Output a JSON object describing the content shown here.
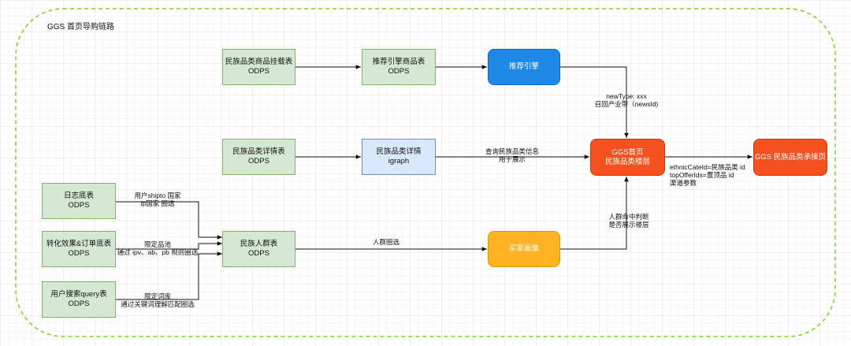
{
  "title": "GGS 首页导购链路",
  "nodes": {
    "mount_table": [
      "民族品类商品挂载表",
      "ODPS"
    ],
    "rec_table": [
      "推荐引擎商品表",
      "ODPS"
    ],
    "rec_engine": [
      "推荐引擎"
    ],
    "detail_table": [
      "民族品类详情表",
      "ODPS"
    ],
    "detail_igraph": [
      "民族品类详情",
      "igraph"
    ],
    "ggs_home": [
      "GGS首页",
      "民族品类楼层"
    ],
    "ggs_landing": [
      "GGS 民族品类承接页"
    ],
    "log_table": [
      "日志底表",
      "ODPS"
    ],
    "conv_table": [
      "转化效果&订单底表",
      "ODPS"
    ],
    "search_table": [
      "用户搜索query表",
      "ODPS"
    ],
    "crowd_table": [
      "民族人群表",
      "ODPS"
    ],
    "buyer_profile": [
      "买家画像"
    ]
  },
  "labels": {
    "newtype": [
      "newType: xxx",
      "召回产业带（newsId)"
    ],
    "query": [
      "查询民族品类信息",
      "用于展示"
    ],
    "params": [
      "ethnicCateId=民族品类 id",
      "topOfferIds=置顶品 id",
      "渠道参数"
    ],
    "shipto": [
      "用户shipto 国家",
      "ip国家 圈选"
    ],
    "pool": [
      "限定品池",
      "通过 ipv、ab、pb 规则圈选"
    ],
    "lexicon": [
      "限定词库",
      "通过关键词理解匹配圈选"
    ],
    "crowd": [
      "人群圈选"
    ],
    "hit": [
      "人群命中判断",
      "是否展示楼层"
    ]
  },
  "colors": {
    "green_fill": "#d5e8d4",
    "blue": "#1e88e5",
    "orange": "#ffb320",
    "red": "#f4511e",
    "container_stroke": "#7ed321"
  }
}
